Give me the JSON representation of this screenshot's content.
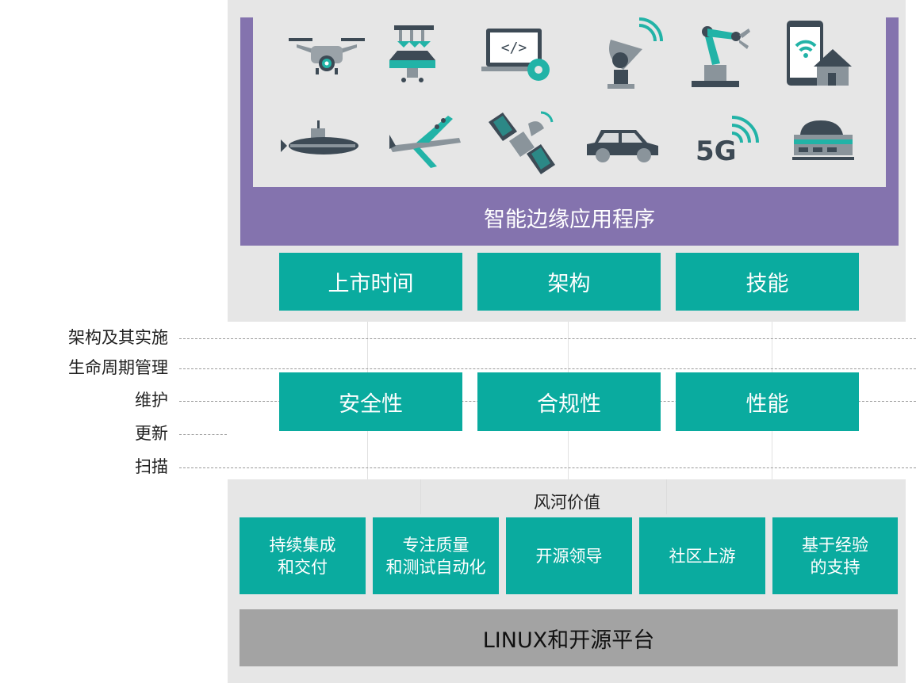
{
  "edge_apps": {
    "title": "智能边缘应用程序",
    "icons": [
      "drone-icon",
      "assembly-robot-icon",
      "laptop-code-icon",
      "satellite-dish-icon",
      "robot-arm-icon",
      "smart-home-phone-icon",
      "submarine-icon",
      "airplane-icon",
      "satellite-icon",
      "car-icon",
      "5g-signal-icon",
      "train-icon"
    ],
    "icon_text_5g": "5G"
  },
  "top_boxes": [
    "上市时间",
    "架构",
    "技能"
  ],
  "middle_boxes": [
    "安全性",
    "合规性",
    "性能"
  ],
  "side_labels": [
    "架构及其实施",
    "生命周期管理",
    "维护",
    "更新",
    "扫描"
  ],
  "values": {
    "title": "风河价值",
    "boxes": [
      {
        "line1": "持续集成",
        "line2": "和交付"
      },
      {
        "line1": "专注质量",
        "line2": "和测试自动化"
      },
      {
        "line1": "开源领导",
        "line2": ""
      },
      {
        "line1": "社区上游",
        "line2": ""
      },
      {
        "line1": "基于经验",
        "line2": "的支持"
      }
    ]
  },
  "platform": "LINUX和开源平台",
  "colors": {
    "purple": "#8473ae",
    "teal": "#0aab9f",
    "panel_gray": "#e6e6e6",
    "platform_gray": "#a3a3a3",
    "icon_teal": "#22b3a7",
    "icon_dark": "#3d4a55"
  }
}
